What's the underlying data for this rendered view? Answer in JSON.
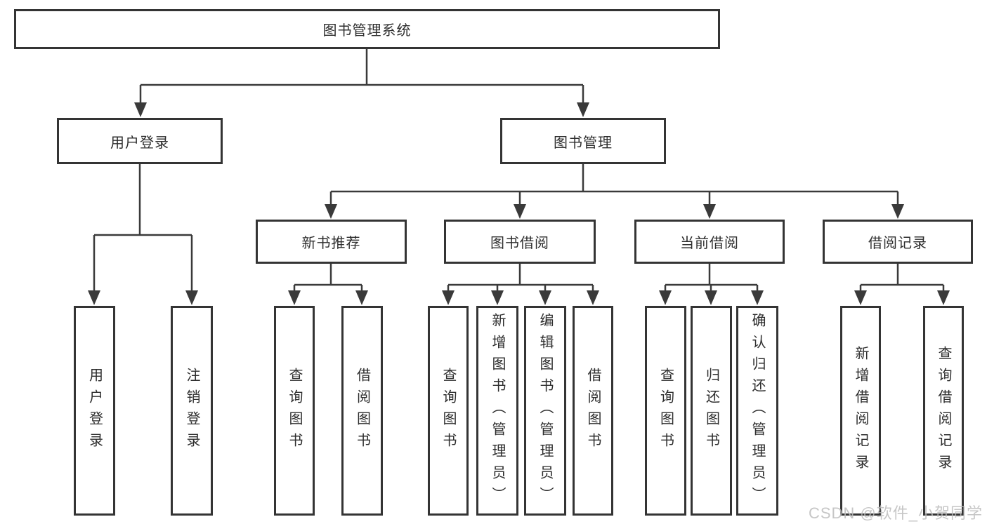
{
  "diagram": {
    "root": {
      "label": "图书管理系统",
      "children": [
        {
          "label": "用户登录",
          "children": [
            {
              "label": "用户登录"
            },
            {
              "label": "注销登录"
            }
          ]
        },
        {
          "label": "图书管理",
          "children": [
            {
              "label": "新书推荐",
              "children": [
                {
                  "label": "查询图书"
                },
                {
                  "label": "借阅图书"
                }
              ]
            },
            {
              "label": "图书借阅",
              "children": [
                {
                  "label": "查询图书"
                },
                {
                  "label": "新增图书（管理员）"
                },
                {
                  "label": "编辑图书（管理员）"
                },
                {
                  "label": "借阅图书"
                }
              ]
            },
            {
              "label": "当前借阅",
              "children": [
                {
                  "label": "查询图书"
                },
                {
                  "label": "归还图书"
                },
                {
                  "label": "确认归还（管理员）"
                }
              ]
            },
            {
              "label": "借阅记录",
              "children": [
                {
                  "label": "新增借阅记录"
                },
                {
                  "label": "查询借阅记录"
                }
              ]
            }
          ]
        }
      ]
    }
  },
  "watermark": {
    "text": "CSDN @软件_小贺同学"
  },
  "colors": {
    "line": "#3a3a3a",
    "box_border": "#343434",
    "text": "#2d2d2d",
    "background": "#ffffff",
    "watermark": "#bdbdbd"
  }
}
